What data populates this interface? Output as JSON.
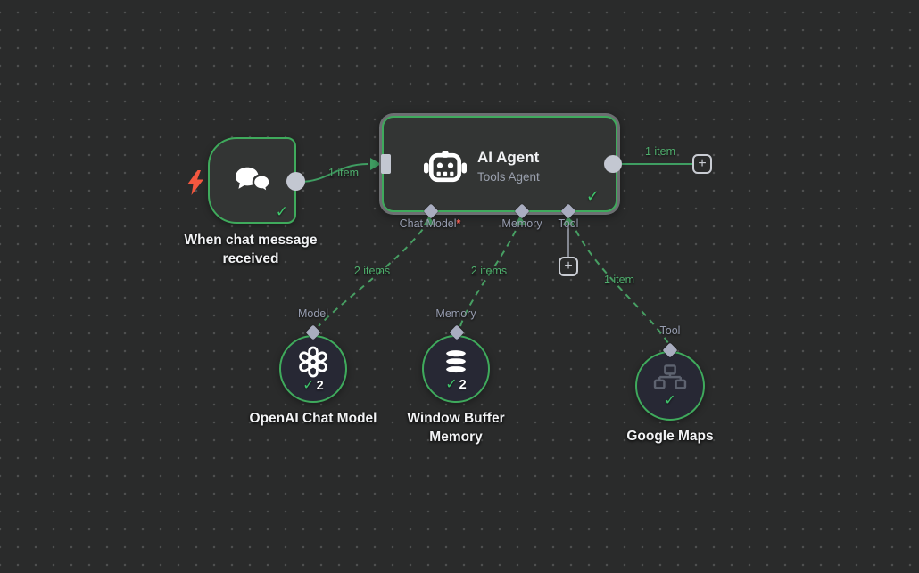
{
  "colors": {
    "canvas_bg": "#2a2b2b",
    "accent_green": "#3faa5c",
    "line_green": "#3f9e62",
    "label_green": "#4fae6d",
    "check_green": "#3ec46a",
    "node_fill": "#333534",
    "circle_fill": "#272834",
    "diamond_gray": "#a9adc0",
    "endpoint_gray": "#c3c7d1",
    "selection_gray": "#6c6e71",
    "required_red": "#ff6257",
    "bolt_red": "#f4573f"
  },
  "trigger_node": {
    "label": "When chat message received",
    "status_check": "✓"
  },
  "agent_node": {
    "title": "AI Agent",
    "subtitle": "Tools Agent",
    "status_check": "✓",
    "ports": [
      {
        "label": "Chat Model",
        "required": "*"
      },
      {
        "label": "Memory",
        "required": ""
      },
      {
        "label": "Tool",
        "required": ""
      }
    ]
  },
  "sub_nodes": [
    {
      "label": "OpenAI Chat Model",
      "port_label": "Model",
      "check": "✓",
      "run_count": "2"
    },
    {
      "label": "Window Buffer Memory",
      "port_label": "Memory",
      "check": "✓",
      "run_count": "2"
    },
    {
      "label": "Google Maps",
      "port_label": "Tool",
      "check": "✓",
      "run_count": ""
    }
  ],
  "connection_labels": {
    "trigger_to_agent": "1 item",
    "agent_output": "1 item",
    "chat_model": "2 items",
    "memory": "2 items",
    "tool": "1 item"
  },
  "plus_button": "+"
}
